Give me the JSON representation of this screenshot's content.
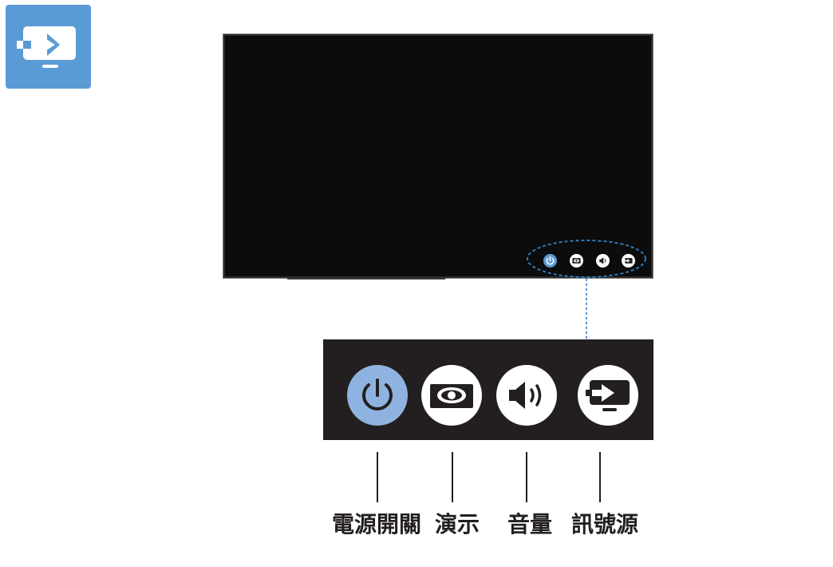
{
  "corner_icon": {
    "icon": "source-input-icon",
    "color": "#5b9bd5"
  },
  "monitor": {
    "screen_color": "#0c0c0c"
  },
  "controls": [
    {
      "key": "power",
      "icon": "power-icon",
      "label": "電源開關",
      "highlight_color": "#8fb3e0"
    },
    {
      "key": "present",
      "icon": "presentation-icon",
      "label": "演示"
    },
    {
      "key": "volume",
      "icon": "volume-icon",
      "label": "音量"
    },
    {
      "key": "source",
      "icon": "source-input-icon",
      "label": "訊號源"
    }
  ],
  "colors": {
    "panel": "#231f20",
    "accent_blue": "#5b9bd5",
    "dashed_callout": "#2b7bbf"
  }
}
